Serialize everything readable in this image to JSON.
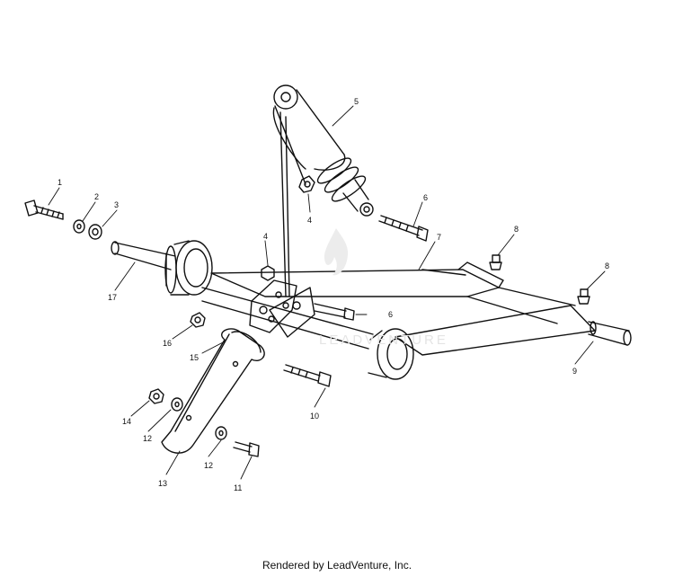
{
  "diagram": {
    "callouts": [
      "1",
      "2",
      "3",
      "4",
      "5",
      "6",
      "4",
      "6",
      "7",
      "8",
      "8",
      "9",
      "10",
      "11",
      "12",
      "12",
      "13",
      "14",
      "15",
      "16",
      "17"
    ],
    "watermark_text": "LEADVENTURE",
    "footer": "Rendered by LeadVenture, Inc."
  },
  "colors": {
    "line": "#111111",
    "background": "#ffffff",
    "watermark": "#e4e4e4"
  }
}
